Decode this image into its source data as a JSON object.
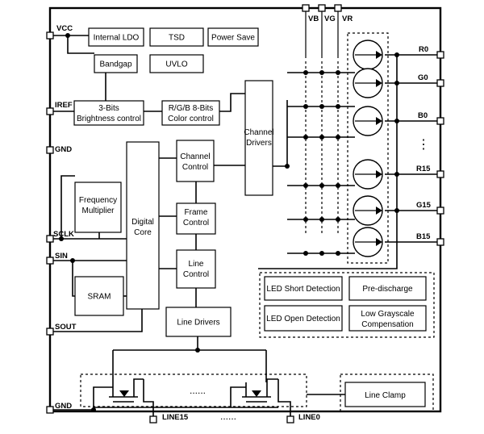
{
  "pins": {
    "vcc": "VCC",
    "iref": "IREF",
    "gnd_left": "GND",
    "sclk": "SCLK",
    "sin": "SIN",
    "sout": "SOUT",
    "gnd_bottom": "GND",
    "line15": "LINE15",
    "line0": "LINE0",
    "vb": "VB",
    "vg": "VG",
    "vr": "VR",
    "r0": "R0",
    "g0": "G0",
    "b0": "B0",
    "r15": "R15",
    "g15": "G15",
    "b15": "B15"
  },
  "blocks": {
    "internal_ldo": "Internal LDO",
    "tsd": "TSD",
    "power_save": "Power Save",
    "bandgap": "Bandgap",
    "uvlo": "UVLO",
    "brightness_control": [
      "3-Bits",
      "Brightness control"
    ],
    "color_control": [
      "R/G/B 8-Bits",
      "Color control"
    ],
    "channel_drivers": [
      "Channel",
      "Drivers"
    ],
    "channel_control": [
      "Channel",
      "Control"
    ],
    "frequency_multiplier": [
      "Frequency",
      "Multiplier"
    ],
    "digital_core": [
      "Digital",
      "Core"
    ],
    "frame_control": [
      "Frame",
      "Control"
    ],
    "line_control": [
      "Line",
      "Control"
    ],
    "sram": "SRAM",
    "line_drivers": "Line Drivers",
    "led_short_detection": "LED Short Detection",
    "pre_discharge": "Pre-discharge",
    "led_open_detection": "LED Open Detection",
    "low_grayscale_compensation": [
      "Low Grayscale",
      "Compensation"
    ],
    "line_clamp": "Line Clamp"
  },
  "ellipsis": {
    "vertical_channels": "⋮",
    "switches": "......",
    "line_pins": "......"
  }
}
